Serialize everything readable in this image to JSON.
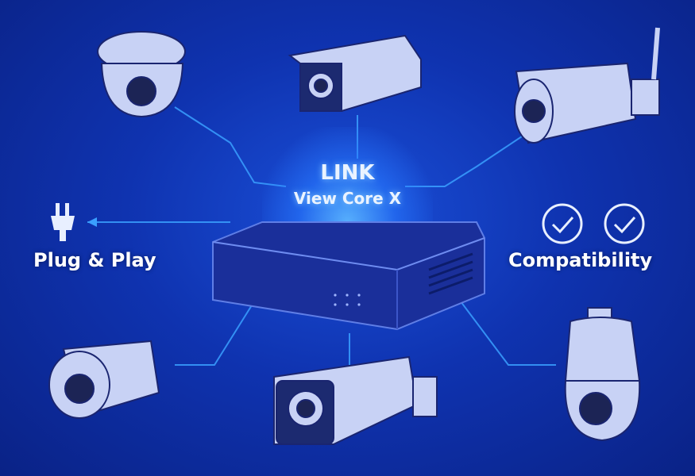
{
  "hub": {
    "title": "LINK",
    "subtitle": "View Core X"
  },
  "features": [
    {
      "label": "Plug & Play",
      "icon": "plug-icon"
    },
    {
      "label": "Compatibility",
      "icon": "check-circle-icon"
    }
  ],
  "colors": {
    "background": "#0f33b0",
    "line": "#3aa0ff",
    "camera": "#c8d2f5"
  }
}
